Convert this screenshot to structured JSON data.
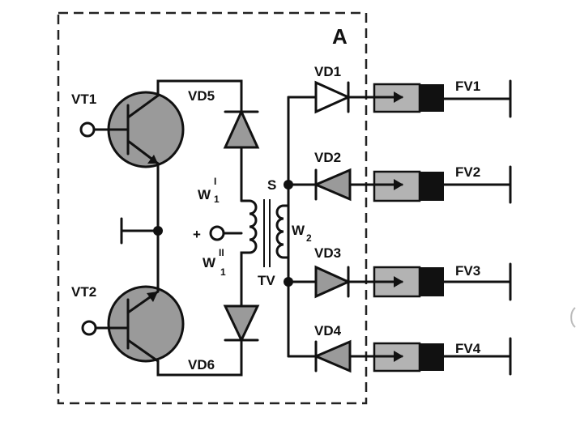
{
  "block_label": "A",
  "transistors": [
    {
      "label": "VT1"
    },
    {
      "label": "VT2"
    }
  ],
  "diodes": {
    "vd1": "VD1",
    "vd2": "VD2",
    "vd3": "VD3",
    "vd4": "VD4",
    "vd5": "VD5",
    "vd6": "VD6"
  },
  "transformer": {
    "label": "TV",
    "primary_upper": "W",
    "primary_upper_sup": "I",
    "primary_upper_sub": "1",
    "primary_lower": "W",
    "primary_lower_sup": "II",
    "primary_lower_sub": "1",
    "secondary": "W",
    "secondary_sub": "2",
    "start_mark": "S"
  },
  "supply_terminal": "+",
  "fuses": [
    "FV1",
    "FV2",
    "FV3",
    "FV4"
  ],
  "colors": {
    "component_fill": "#9a9a9a",
    "fuse_body": "#b3b3b3",
    "fuse_cap": "#111111",
    "ink": "#111111"
  }
}
